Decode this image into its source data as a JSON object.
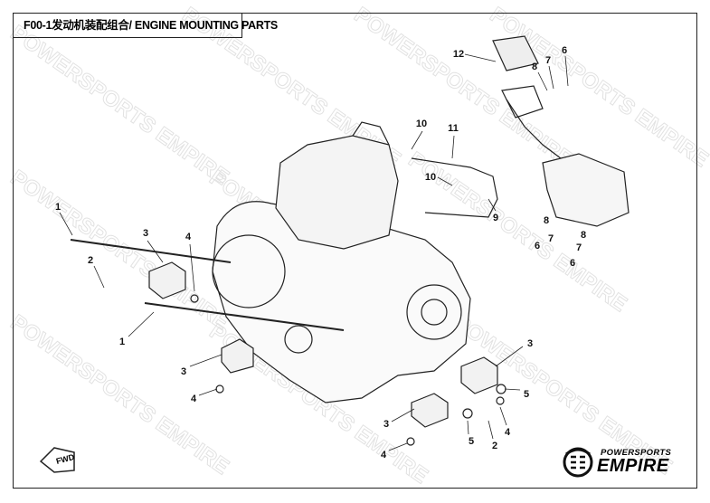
{
  "title": "F00-1发动机装配组合/ ENGINE MOUNTING PARTS",
  "watermark": "POWERSPORTS EMPIRE",
  "logo": {
    "top": "POWERSPORTS",
    "main": "EMPIRE"
  },
  "fwd_label": "FWD",
  "callouts": [
    "12",
    "8",
    "7",
    "6",
    "10",
    "11",
    "10",
    "9",
    "8",
    "6",
    "7",
    "8",
    "7",
    "6",
    "1",
    "3",
    "4",
    "2",
    "1",
    "3",
    "4",
    "3",
    "5",
    "4",
    "3",
    "5",
    "2",
    "4"
  ]
}
